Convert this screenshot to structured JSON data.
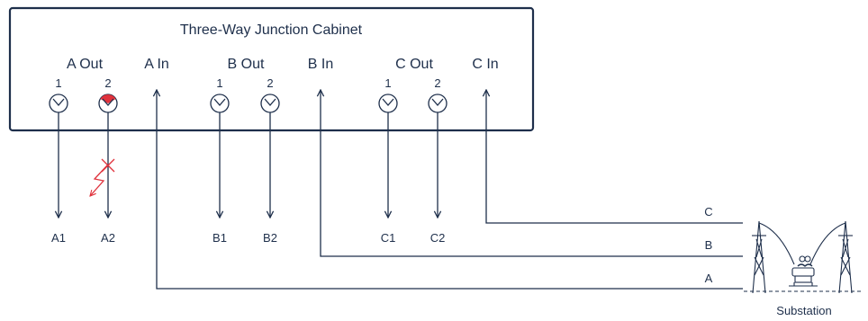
{
  "cabinet": {
    "title": "Three-Way Junction Cabinet",
    "sections": {
      "a_out": "A Out",
      "a_in": "A In",
      "b_out": "B Out",
      "b_in": "B In",
      "c_out": "C Out",
      "c_in": "C In"
    },
    "switch_numbers": {
      "a1": "1",
      "a2": "2",
      "b1": "1",
      "b2": "2",
      "c1": "1",
      "c2": "2"
    },
    "faulted_switch": "A Out 2"
  },
  "outputs": {
    "a1": "A1",
    "a2": "A2",
    "b1": "B1",
    "b2": "B2",
    "c1": "C1",
    "c2": "C2"
  },
  "feeders": {
    "c": "C",
    "b": "B",
    "a": "A"
  },
  "substation_label": "Substation",
  "colors": {
    "line": "#1e2f4b",
    "fault": "#e0323c",
    "background": "#ffffff"
  }
}
